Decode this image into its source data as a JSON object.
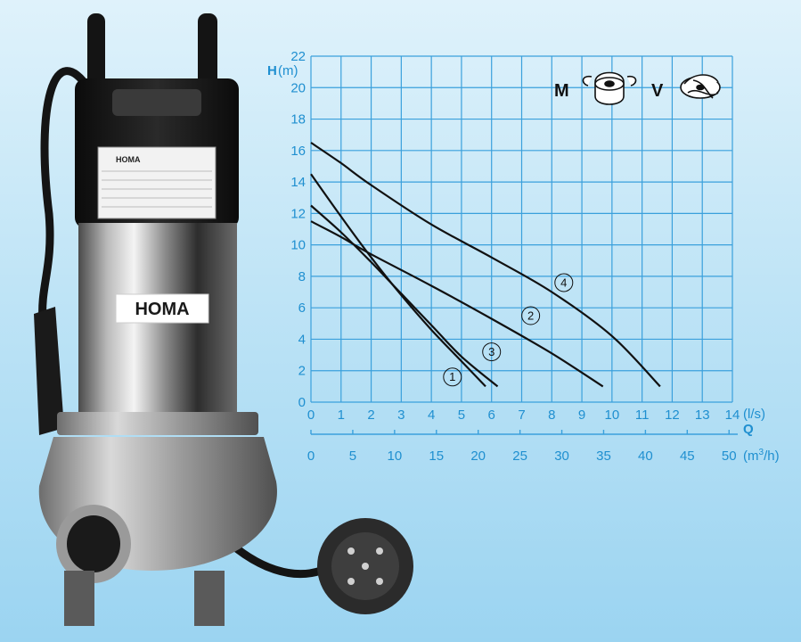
{
  "colors": {
    "accent": "#1f8fd0",
    "grid": "#3aa0dc",
    "curve": "#111111"
  },
  "product": {
    "brand": "HOMA",
    "image": "submersible pump with float switch and plug"
  },
  "impeller_types": [
    {
      "letter": "M",
      "icon": "multichannel-impeller-icon"
    },
    {
      "letter": "V",
      "icon": "vortex-impeller-icon"
    }
  ],
  "chart_data": {
    "type": "line",
    "title": "",
    "ylabel_letter": "H",
    "ylabel_unit": "(m)",
    "xlabel_letter": "Q",
    "x_unit_primary": "(l/s)",
    "x_unit_secondary_prefix": "(m",
    "x_unit_secondary_sup": "3",
    "x_unit_secondary_suffix": "/h)",
    "xlim": [
      0,
      14
    ],
    "ylim": [
      0,
      22
    ],
    "grid": true,
    "x_ticks": [
      "0",
      "1",
      "2",
      "3",
      "4",
      "5",
      "6",
      "7",
      "8",
      "9",
      "10",
      "11",
      "12",
      "13",
      "14"
    ],
    "y_ticks": [
      "0",
      "2",
      "4",
      "6",
      "8",
      "10",
      "12",
      "14",
      "16",
      "18",
      "20",
      "22"
    ],
    "x2_ticks": [
      "0",
      "5",
      "10",
      "15",
      "20",
      "25",
      "30",
      "35",
      "40",
      "45",
      "50"
    ],
    "x2_values": [
      0,
      5,
      10,
      15,
      20,
      25,
      30,
      35,
      40,
      45,
      50
    ],
    "series": [
      {
        "name": "①",
        "x": [
          0,
          1,
          2,
          3,
          4,
          5,
          5.8
        ],
        "y": [
          14.5,
          11.8,
          9.2,
          6.8,
          4.6,
          2.6,
          1.0
        ],
        "label_at": [
          4.7,
          1.6
        ]
      },
      {
        "name": "②",
        "x": [
          0,
          1,
          2,
          4,
          6,
          8,
          9.7
        ],
        "y": [
          11.5,
          10.5,
          9.4,
          7.4,
          5.3,
          3.1,
          1.0
        ],
        "label_at": [
          7.3,
          5.5
        ]
      },
      {
        "name": "③",
        "x": [
          0,
          1,
          2,
          3,
          4,
          5,
          6.2
        ],
        "y": [
          12.5,
          10.8,
          8.9,
          6.9,
          4.9,
          2.9,
          1.0
        ],
        "label_at": [
          6.0,
          3.2
        ]
      },
      {
        "name": "④",
        "x": [
          0,
          1,
          2,
          4,
          6,
          8,
          10,
          11.6
        ],
        "y": [
          16.5,
          15.2,
          13.8,
          11.3,
          9.2,
          7.0,
          4.2,
          1.0
        ],
        "label_at": [
          8.4,
          7.6
        ]
      }
    ]
  }
}
